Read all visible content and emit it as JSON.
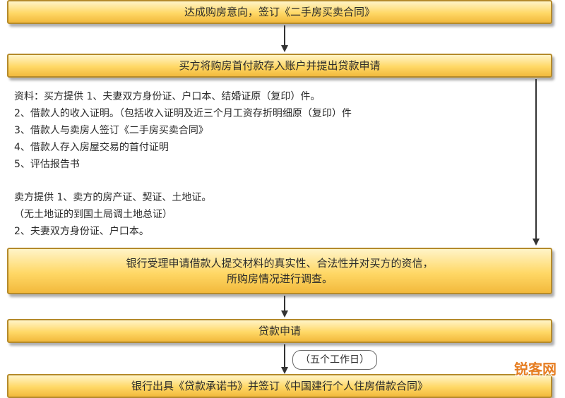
{
  "steps": {
    "step1": "达成购房意向，签订《二手房买卖合同》",
    "step2": "买方将购房首付款存入账户并提出贷款申请",
    "step3_line1": "银行受理申请借款人提交材料的真实性、合法性并对买方的资信，",
    "step3_line2": "所购房情况进行调查。",
    "step4": "贷款申请",
    "step5": "银行出具《贷款承诺书》并签订《中国建行个人住房借款合同》"
  },
  "buyer_materials": [
    "资料：买方提供 1、夫妻双方身份证、户口本、结婚证原（复印）件。",
    "2、借款人的收入证明。（包括收入证明及近三个月工资存折明细原（复印）件",
    "3、借款人与卖房人签订《二手房买卖合同》",
    "4、借款人存入房屋交易的首付证明",
    "5、评估报告书"
  ],
  "seller_materials": [
    "卖方提供 1、卖方的房产证、契证、土地证。",
    "（无土地证的到国土局调土地总证）",
    "2、夫妻双方身份证、户口本。"
  ],
  "duration_label": "（五个工作日）",
  "watermark": "锐客网"
}
